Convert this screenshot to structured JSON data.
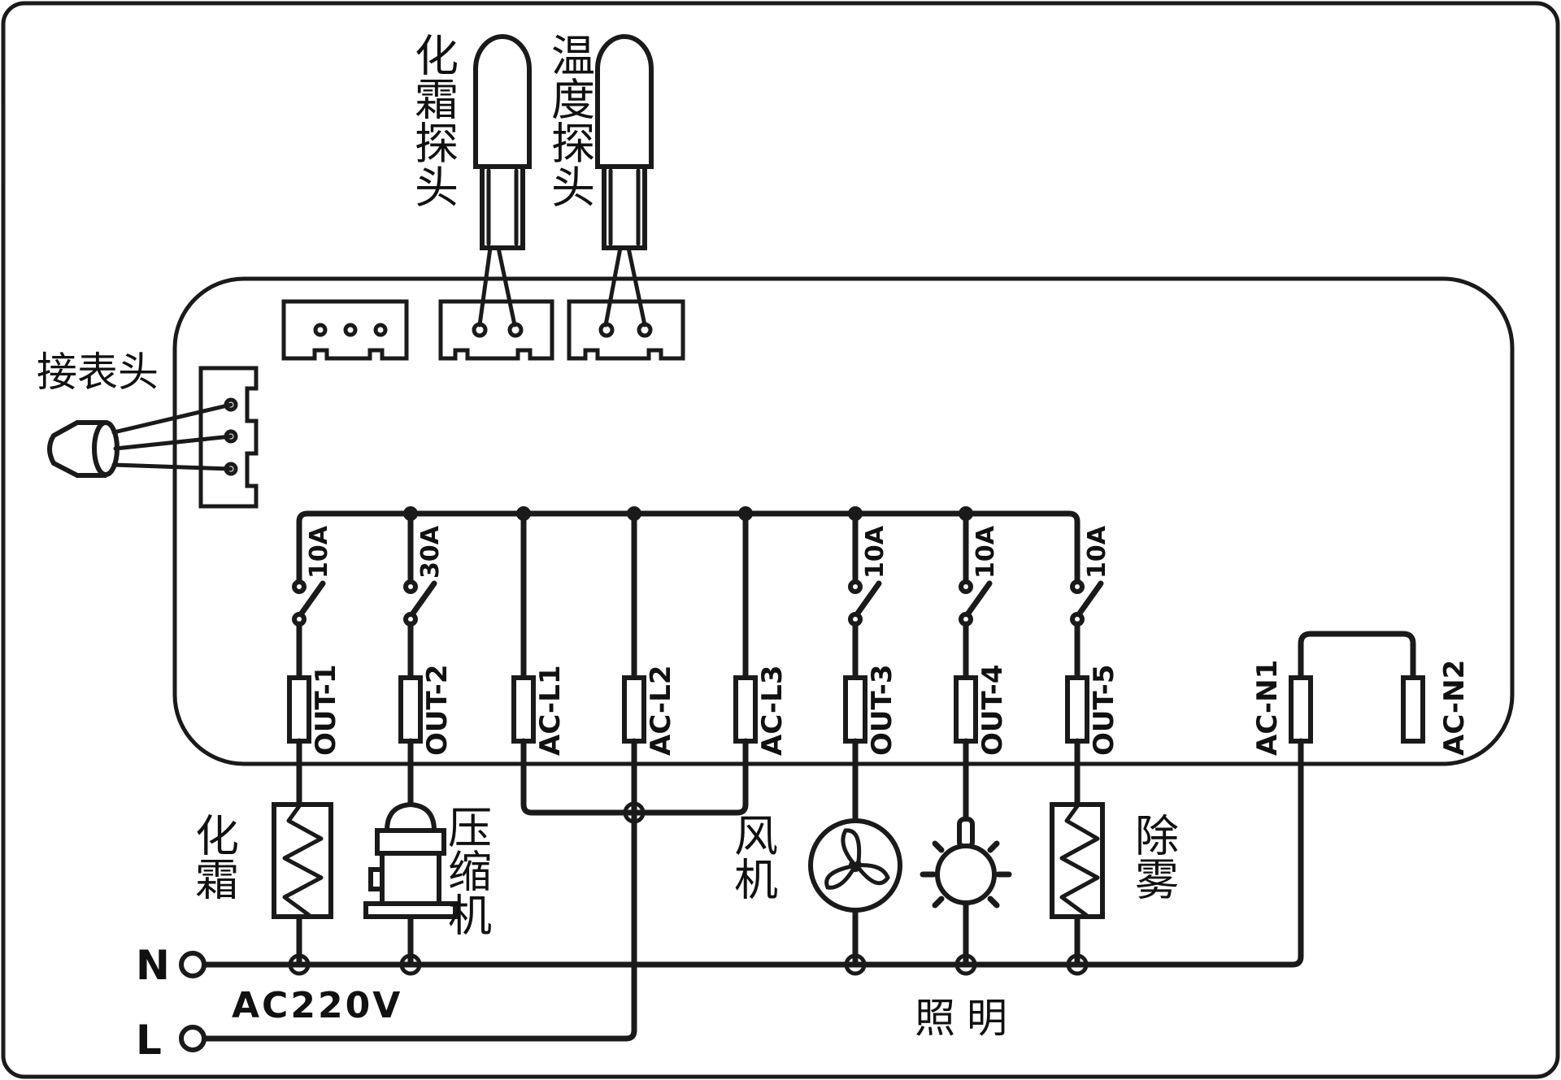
{
  "probes": {
    "defrost_probe_label": "化霜探头",
    "temperature_probe_label": "温度探头"
  },
  "meter_connector_label": "接表头",
  "relays": [
    {
      "output": "OUT-1",
      "rating": "10A"
    },
    {
      "output": "OUT-2",
      "rating": "30A"
    },
    {
      "output": "OUT-3",
      "rating": "10A"
    },
    {
      "output": "OUT-4",
      "rating": "10A"
    },
    {
      "output": "OUT-5",
      "rating": "10A"
    }
  ],
  "line_terminals": [
    "AC-L1",
    "AC-L2",
    "AC-L3"
  ],
  "neutral_terminals": [
    "AC-N1",
    "AC-N2"
  ],
  "loads": {
    "defrost_heater": "化霜",
    "compressor": "压缩机",
    "fan": "风机",
    "lighting": "照明",
    "demist": "除雾"
  },
  "power": {
    "neutral": "N",
    "live": "L",
    "voltage": "AC220V"
  },
  "icons": [
    "heater-icon",
    "compressor-icon",
    "fan-icon",
    "lamp-icon",
    "probe-icon",
    "meter-plug-icon",
    "relay-switch-icon"
  ]
}
